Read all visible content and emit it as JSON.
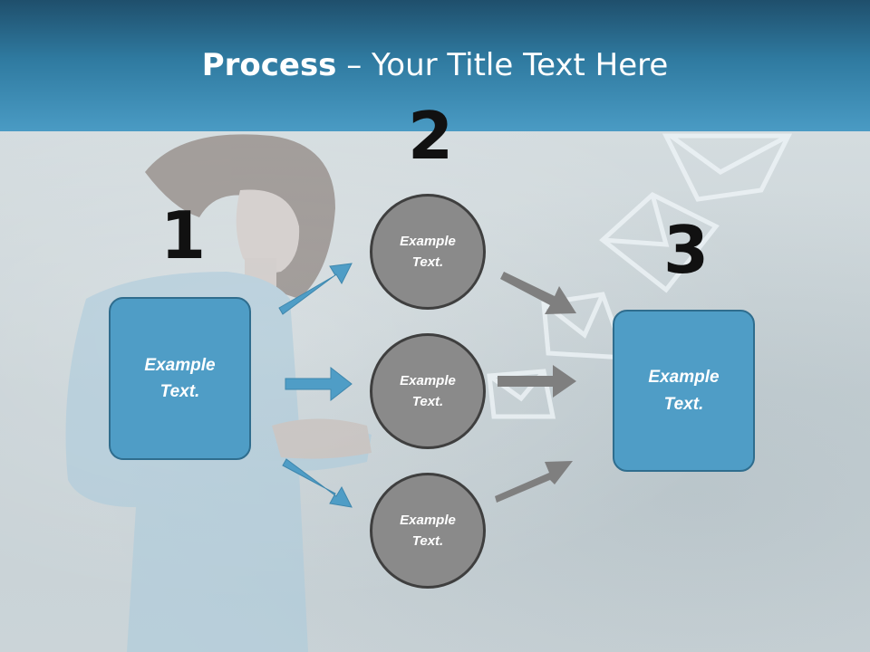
{
  "header": {
    "title_bold": "Process",
    "title_rest": " – Your Title Text Here"
  },
  "steps": {
    "step1_number": "1",
    "step2_number": "2",
    "step3_number": "3"
  },
  "left_box": {
    "line1": "Example",
    "line2": "Text."
  },
  "circles": [
    {
      "line1": "Example",
      "line2": "Text."
    },
    {
      "line1": "Example",
      "line2": "Text."
    },
    {
      "line1": "Example",
      "line2": "Text."
    }
  ],
  "right_box": {
    "line1": "Example",
    "line2": "Text."
  },
  "colors": {
    "header": "#2f7aa0",
    "box_fill": "#4f9dc6",
    "circle_fill": "#8a8a8a",
    "blue_arrow": "#4f9dc6",
    "gray_arrow": "#7f7f7f"
  }
}
